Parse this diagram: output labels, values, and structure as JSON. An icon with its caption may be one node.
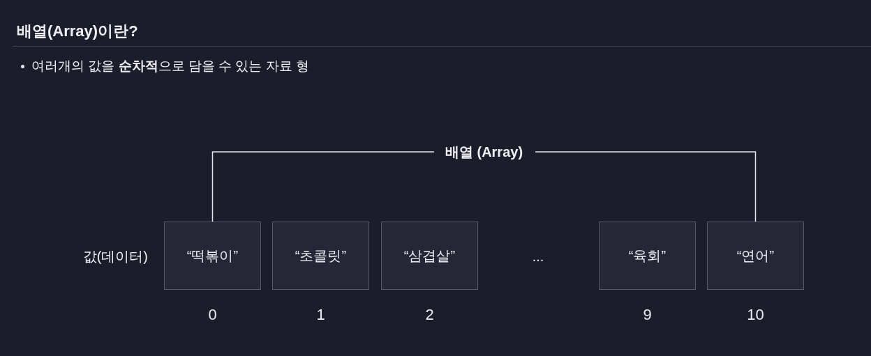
{
  "diagram": {
    "title": "배열(Array)이란?",
    "nodes": [
      {
        "text": [
          "“떡볶이”"
        ],
        "beside": [
          "0"
        ]
      },
      {
        "text": [
          "“초콜릿”"
        ],
        "beside": [
          "1"
        ]
      },
      {
        "text": [
          "“삼겹살”"
        ],
        "beside": [
          "2"
        ]
      },
      {
        "text": [
          "“육회”"
        ],
        "beside": [
          "9"
        ]
      },
      {
        "text": [
          "“연어”"
        ],
        "beside": [
          "10"
        ]
      }
    ],
    "labels": [
      "여러개의 값을 **순차적**으로 담을 수 있는 자료 형",
      "배열 (Array)",
      "값(데이터)",
      "..."
    ]
  }
}
